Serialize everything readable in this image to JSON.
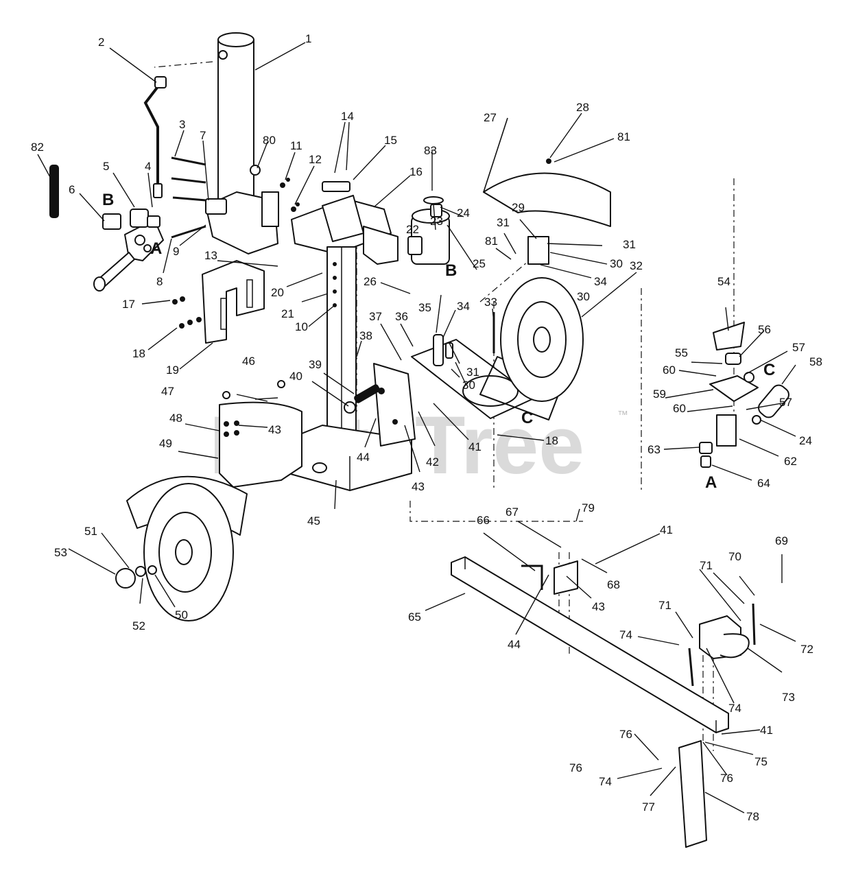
{
  "watermark": {
    "text": "PartsTree",
    "trademark": "™"
  },
  "connection_letters": [
    "A",
    "B",
    "C"
  ],
  "callouts": [
    "1",
    "2",
    "3",
    "4",
    "5",
    "6",
    "7",
    "8",
    "9",
    "10",
    "11",
    "12",
    "13",
    "14",
    "15",
    "16",
    "17",
    "18",
    "19",
    "20",
    "21",
    "22",
    "23",
    "24",
    "25",
    "26",
    "27",
    "28",
    "29",
    "30",
    "31",
    "32",
    "33",
    "34",
    "35",
    "36",
    "37",
    "38",
    "39",
    "40",
    "41",
    "42",
    "43",
    "44",
    "45",
    "46",
    "47",
    "48",
    "49",
    "50",
    "51",
    "52",
    "53",
    "54",
    "55",
    "56",
    "57",
    "58",
    "59",
    "60",
    "62",
    "63",
    "64",
    "65",
    "66",
    "67",
    "68",
    "69",
    "70",
    "71",
    "72",
    "73",
    "74",
    "75",
    "76",
    "77",
    "78",
    "79",
    "80",
    "81",
    "82",
    "83"
  ],
  "colors": {
    "ink": "#111111",
    "paper": "#ffffff",
    "watermark": "#bdbdbd"
  }
}
